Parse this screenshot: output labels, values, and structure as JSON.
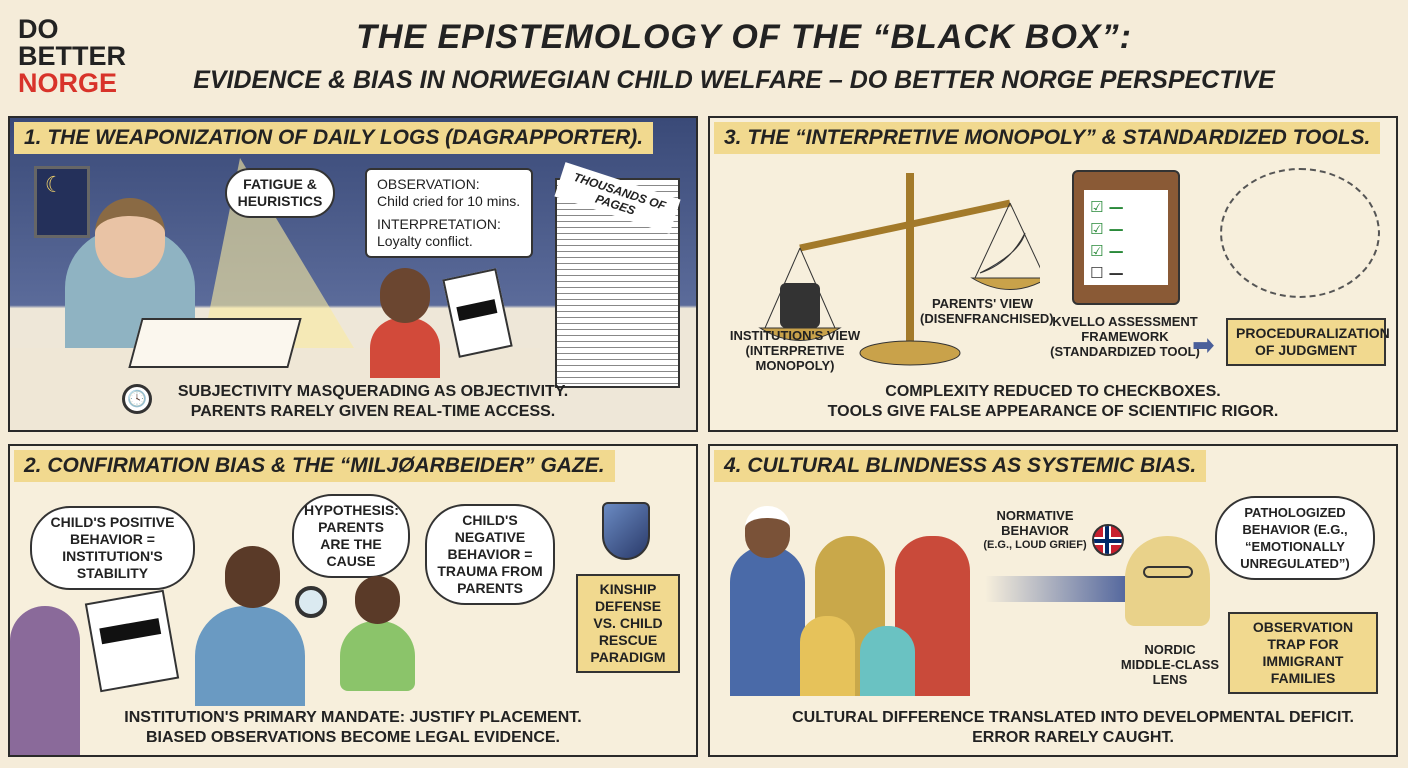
{
  "logo": {
    "line1": "DO",
    "line2": "BETTER",
    "line3": "NORGE"
  },
  "header": {
    "title": "THE EPISTEMOLOGY OF THE “BLACK BOX”:",
    "subtitle": "EVIDENCE & BIAS IN NORWEGIAN CHILD WELFARE – DO BETTER NORGE PERSPECTIVE"
  },
  "panel1": {
    "heading": "1. THE WEAPONIZATION OF DAILY LOGS (DAGRAPPORTER).",
    "thought": "FATIGUE & HEURISTICS",
    "obs_label": "OBSERVATION:",
    "obs_text": "Child cried for 10 mins.",
    "int_label": "INTERPRETATION:",
    "int_text": "Loyalty conflict.",
    "stack": "THOUSANDS OF PAGES",
    "caption1": "SUBJECTIVITY MASQUERADING AS OBJECTIVITY.",
    "caption2": "PARENTS RARELY GIVEN REAL-TIME ACCESS.",
    "icon": "clock-icon"
  },
  "panel3": {
    "heading": "3. THE “INTERPRETIVE MONOPOLY” & STANDARDIZED TOOLS.",
    "inst_view": "INSTITUTION'S VIEW (INTERPRETIVE MONOPOLY)",
    "parents_view": "PARENTS' VIEW (DISENFRANCHISED)",
    "kvello": "KVELLO ASSESSMENT FRAMEWORK (STANDARDIZED TOOL)",
    "box": "PROCEDURALIZATION OF JUDGMENT",
    "caption1": "COMPLEXITY REDUCED TO CHECKBOXES.",
    "caption2": "TOOLS GIVE FALSE APPEARANCE OF SCIENTIFIC RIGOR.",
    "checklist": [
      true,
      true,
      true,
      false
    ]
  },
  "panel2": {
    "heading": "2. CONFIRMATION BIAS & THE “MILJØARBEIDER” GAZE.",
    "bubble1": "CHILD'S POSITIVE BEHAVIOR = INSTITUTION'S STABILITY",
    "bubble2": "HYPOTHESIS: PARENTS ARE THE CAUSE",
    "bubble3": "CHILD'S NEGATIVE BEHAVIOR = TRAUMA FROM PARENTS",
    "box": "KINSHIP DEFENSE VS. CHILD RESCUE PARADIGM",
    "caption1": "INSTITUTION'S PRIMARY MANDATE: JUSTIFY PLACEMENT.",
    "caption2": "BIASED OBSERVATIONS BECOME LEGAL EVIDENCE.",
    "icon": "shield-icon"
  },
  "panel4": {
    "heading": "4. CULTURAL BLINDNESS AS SYSTEMIC BIAS.",
    "normative": "NORMATIVE BEHAVIOR",
    "normative_eg": "(E.G., LOUD GRIEF)",
    "pathologized": "PATHOLOGIZED BEHAVIOR (E.G., “EMOTIONALLY UNREGULATED”)",
    "lens": "NORDIC MIDDLE-CLASS LENS",
    "box": "OBSERVATION TRAP FOR IMMIGRANT FAMILIES",
    "caption1": "CULTURAL DIFFERENCE TRANSLATED INTO DEVELOPMENTAL DEFICIT.",
    "caption2": "ERROR RARELY CAUGHT.",
    "flag": "norway-flag-icon"
  },
  "colors": {
    "accent": "#f1d98f",
    "logo_red": "#d8332a",
    "night": "#3a4a78",
    "arrow": "#4a5f9a"
  }
}
